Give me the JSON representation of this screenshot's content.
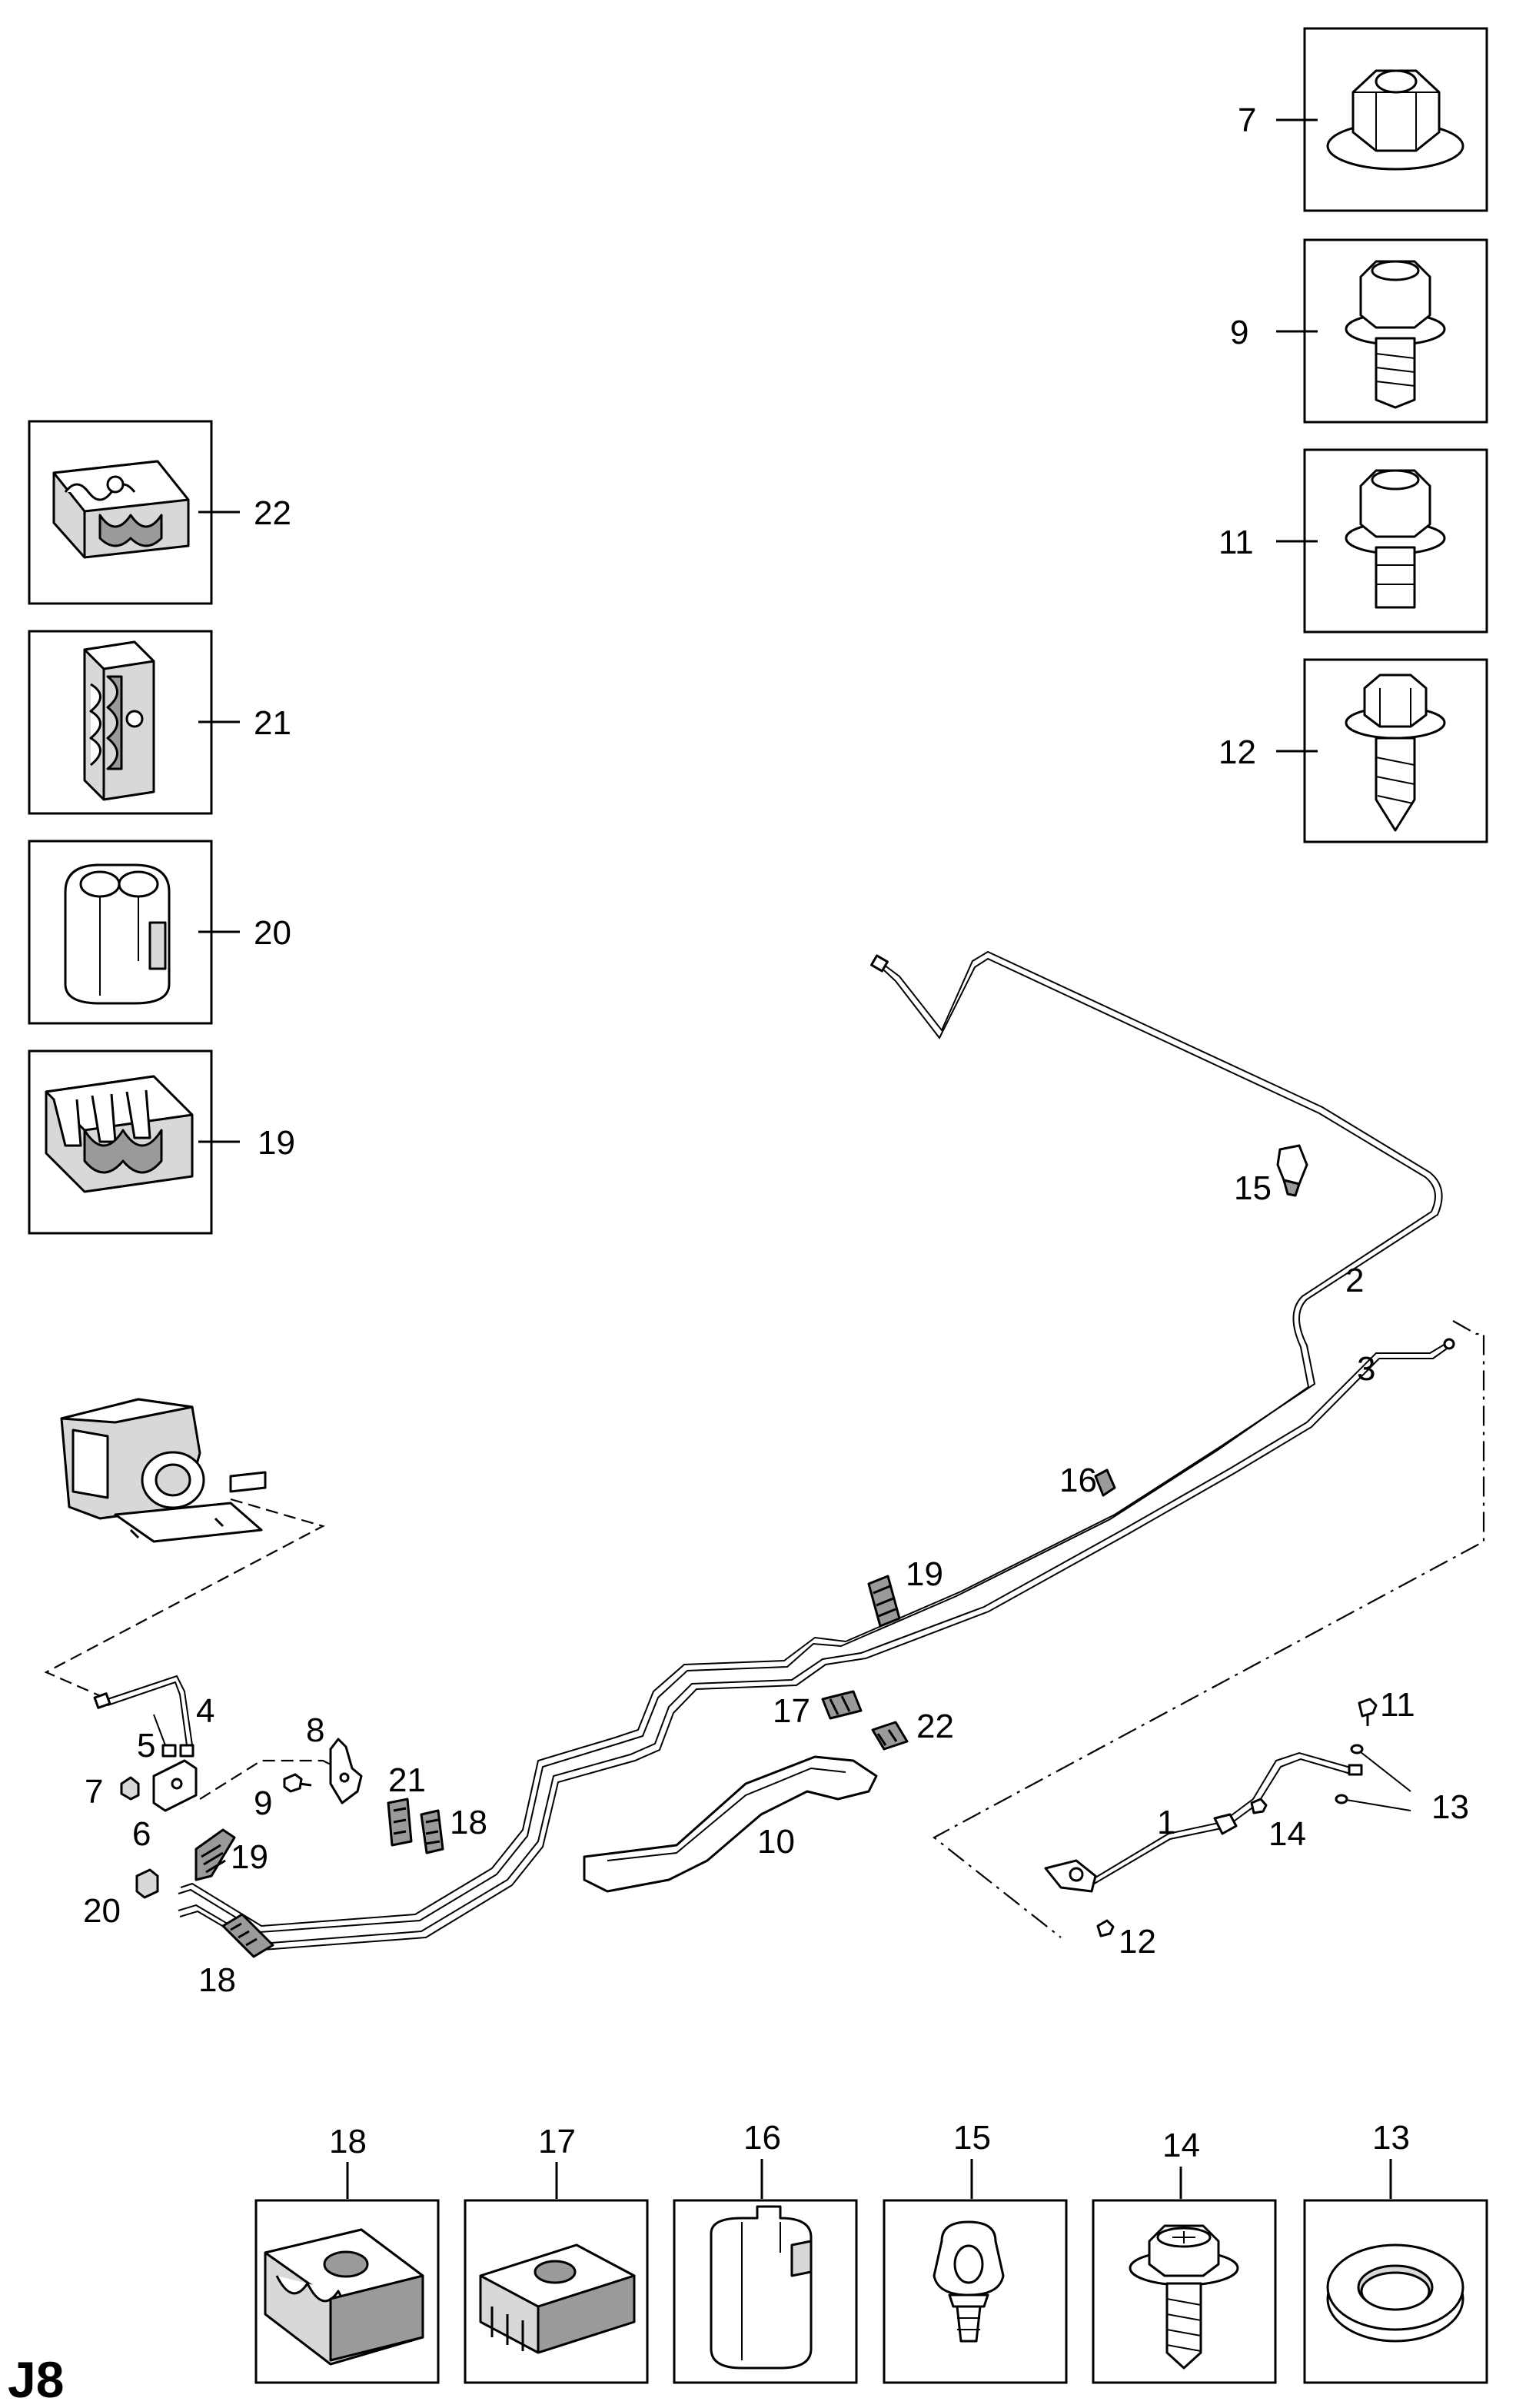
{
  "diagram_code": "J8",
  "callouts": {
    "c1": "1",
    "c2": "2",
    "c3": "3",
    "c4": "4",
    "c5": "5",
    "c6": "6",
    "c7": "7",
    "c8": "8",
    "c9": "9",
    "c10": "10",
    "c11": "11",
    "c12": "12",
    "c13": "13",
    "c14": "14",
    "c15": "15",
    "c16": "16",
    "c17": "17",
    "c18a": "18",
    "c18b": "18",
    "c19a": "19",
    "c19b": "19",
    "c20": "20",
    "c21": "21",
    "c22": "22"
  },
  "right_column_boxes": [
    "7",
    "9",
    "11",
    "12"
  ],
  "left_column_boxes": [
    "22",
    "21",
    "20",
    "19"
  ],
  "bottom_row_boxes": [
    "18",
    "17",
    "16",
    "15",
    "14",
    "13"
  ]
}
